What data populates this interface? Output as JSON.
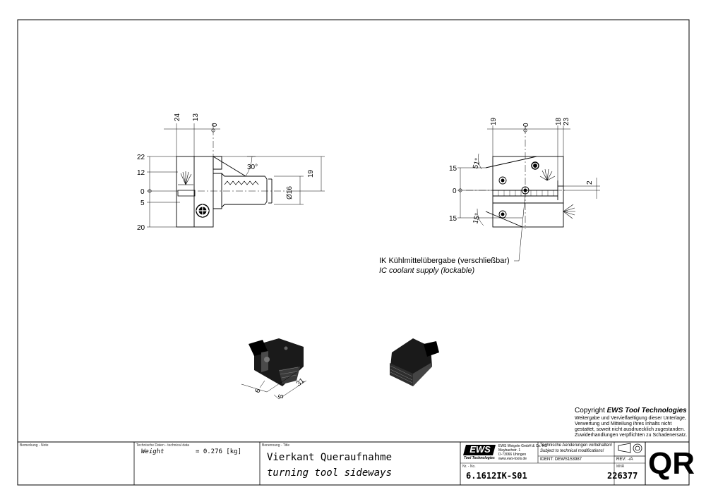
{
  "drawing": {
    "left_view": {
      "dims_top": [
        "24",
        "13",
        "0"
      ],
      "dims_left": [
        "22",
        "12",
        "0",
        "5",
        "20"
      ],
      "dim_right": "19",
      "angle": "30°",
      "diameter": "Ø16"
    },
    "right_view": {
      "dims_top": [
        "19",
        "0",
        "18",
        "23"
      ],
      "dims_left": [
        "15",
        "0",
        "15"
      ],
      "dim_right": "2",
      "angle_top": "51°",
      "angle_bottom": "15°"
    },
    "coolant_note_de": "IK Kühlmittelübergabe (verschließbar)",
    "coolant_note_en": "IC coolant supply (lockable)",
    "iso_dims": [
      "6",
      "31",
      "5"
    ]
  },
  "copyright": {
    "title_prefix": "Copyright",
    "title_brand": "EWS Tool Technologies",
    "lines": [
      "Weitergabe und Vervielfaeltigung dieser Unterlage,",
      "Verwertung und Mitteilung ihres Inhalts nicht",
      "gestattet, soweit nicht ausdruecklich zugestanden.",
      "Zuwiderhandlungen verpflichten zu Schadenersatz."
    ]
  },
  "title_block": {
    "remark_label": "Bemerkung - Note",
    "techdata_label": "Technische Daten - technical data",
    "weight_label": "Weight",
    "weight_value": "= 0.276 [kg]",
    "designation_label": "Benennung - Title",
    "title_de": "Vierkant Queraufnahme",
    "title_en": "turning tool sideways",
    "logo_text": "EWS",
    "logo_sub": "Tool Technologies",
    "company_lines": [
      "EWS Weigele GmbH & Co. KG",
      "Maybachstr. 1",
      "D-73066 Uhingen",
      "www.ews-tools.de"
    ],
    "changes_de": "Technische Aenderungen vorbehalten!",
    "changes_en": "Subject to technical modifications!",
    "ident_label": "IDENT:",
    "ident_value": "DEWS153987",
    "rev_label": "REV:",
    "rev_value": "-/A",
    "no_label": "Nr. - No.",
    "article_no": "6.1612IK-S01",
    "mnr_label": "MNR",
    "mnr_value": "226377",
    "qr": "QR"
  }
}
